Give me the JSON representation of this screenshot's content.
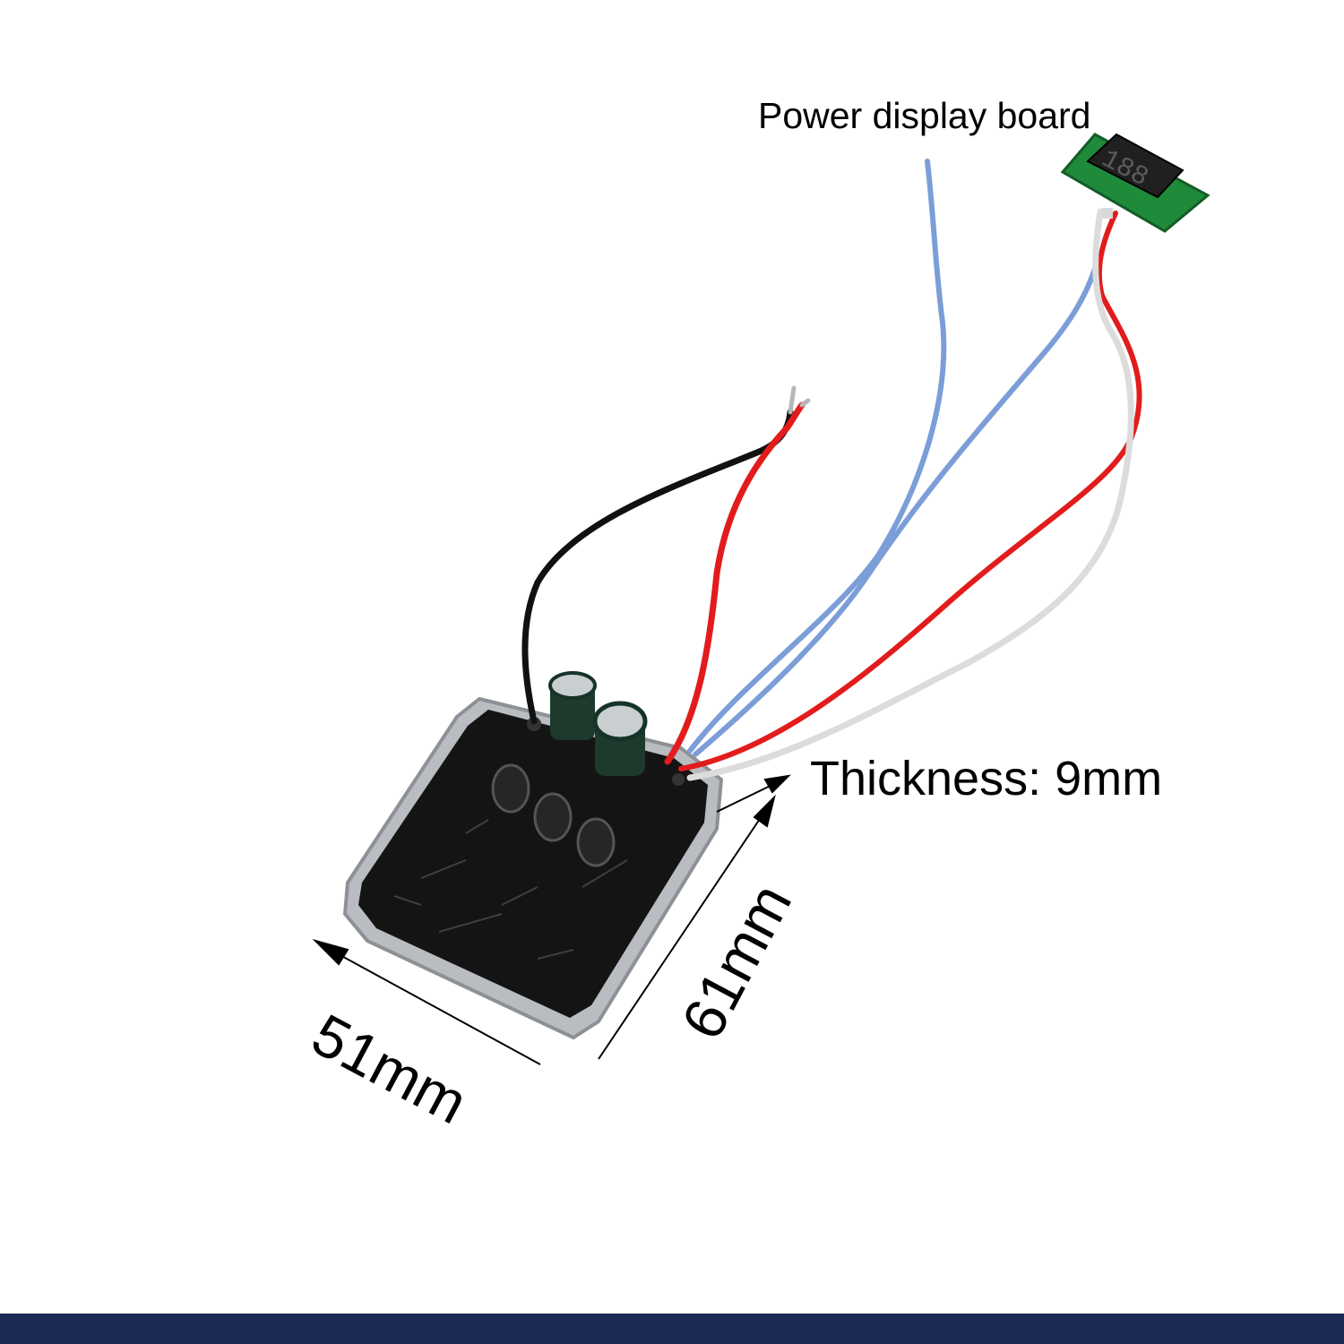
{
  "labels": {
    "display_board": "Power display board",
    "thickness": "Thickness: 9mm",
    "width": "51mm",
    "length": "61mm"
  },
  "display_digits": "188",
  "colors": {
    "background": "#ffffff",
    "footer_bar": "#1a2a52",
    "wire_red": "#e21c1c",
    "wire_black": "#111111",
    "wire_blue": "#7c9ed8",
    "wire_white": "#eeeeee",
    "module_body": "#141414",
    "module_shell": "#b9bcc0",
    "display_pcb": "#1f8a3a"
  },
  "icons": {
    "dimension_arrow": "arrow-icon",
    "capacitor": "capacitor-icon",
    "led_display": "seven-segment-display-icon"
  }
}
